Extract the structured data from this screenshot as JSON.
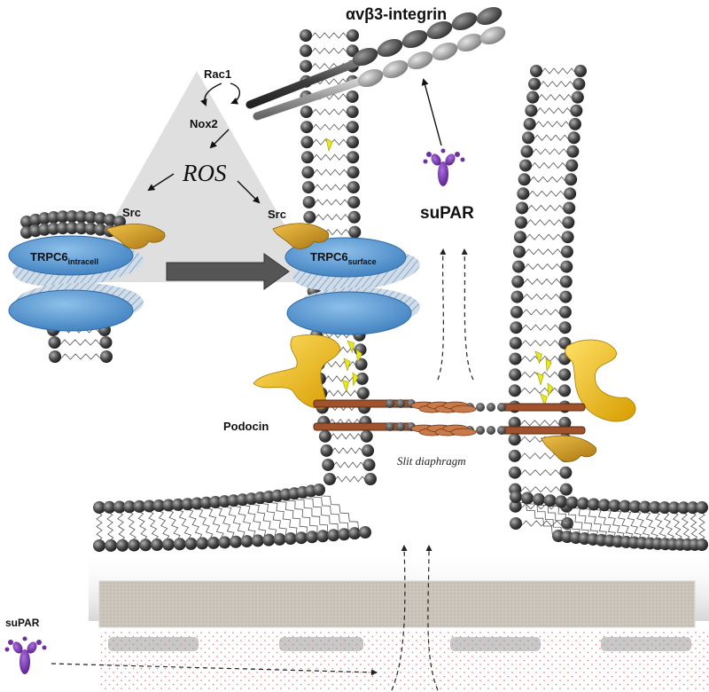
{
  "labels": {
    "integrin": "αvβ3-integrin",
    "rac1": "Rac1",
    "nox2": "Nox2",
    "ros": "ROS",
    "src_left": "Src",
    "src_right": "Src",
    "trpc6_intracell_main": "TRPC6",
    "trpc6_intracell_sub": "intracell",
    "trpc6_surface_main": "TRPC6",
    "trpc6_surface_sub": "surface",
    "supar_top": "suPAR",
    "podocin": "Podocin",
    "slit_diaphragm": "Slit diaphragm",
    "supar_bottom": "suPAR"
  },
  "colors": {
    "trpc6": "#5b9bd5",
    "trpc6_stripe": "#b9cfe4",
    "podocin": "#f2c011",
    "src": "#d9a21b",
    "supar": "#7030a0",
    "lipid_head": "#4a4a4a",
    "gbm": "#cdc6bc",
    "ros_triangle": "#d9d9d9",
    "slit_rod": "#a0522d"
  },
  "icons": [
    "supar-molecule-icon",
    "src-kinase-icon",
    "podocin-icon",
    "ros-spark-icon"
  ]
}
